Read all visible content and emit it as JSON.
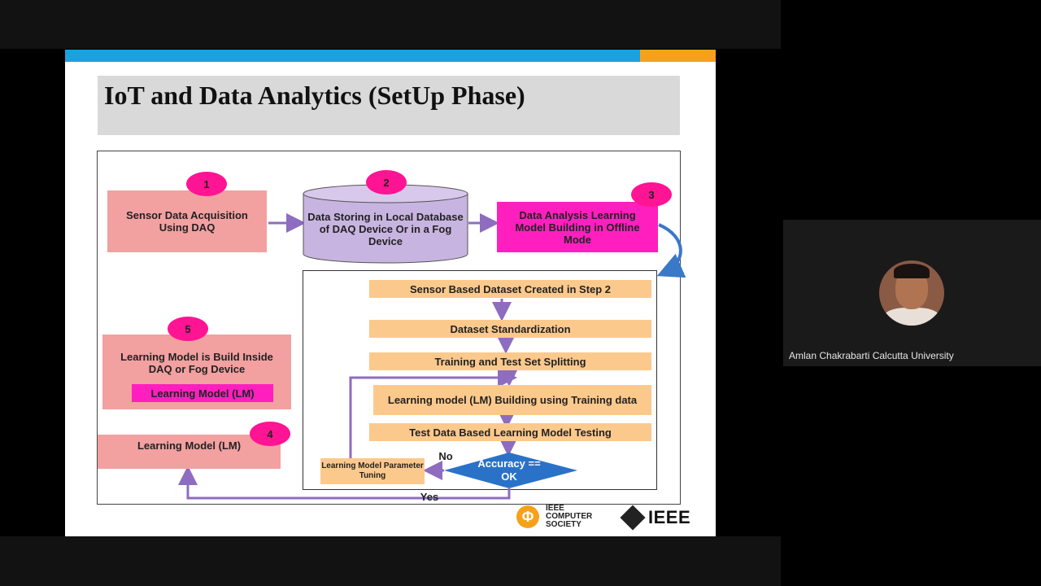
{
  "slide": {
    "title": "IoT and Data Analytics (SetUp Phase)",
    "steps": {
      "step1": {
        "badge": "1",
        "text": "Sensor Data Acquisition Using DAQ"
      },
      "step2": {
        "badge": "2",
        "text": "Data Storing in Local Database of DAQ Device Or in a Fog Device"
      },
      "step3": {
        "badge": "3",
        "text": "Data Analysis Learning Model Building  in Offline Mode"
      },
      "step4": {
        "badge": "4",
        "text": "Learning Model (LM)"
      },
      "step5": {
        "badge": "5",
        "text": "Learning Model is Build Inside DAQ  or  Fog Device",
        "sub_label": "Learning Model (LM)"
      }
    },
    "pipeline": [
      "Sensor Based Dataset Created in Step 2",
      "Dataset Standardization",
      "Training and Test Set Splitting",
      "Learning model (LM) Building using Training data",
      "Test Data Based Learning Model Testing"
    ],
    "decision": "Accuracy == OK",
    "tuning_box": "Learning Model Parameter Tuning",
    "label_no": "No",
    "label_yes": "Yes",
    "logos": {
      "cs_glyph": "Φ",
      "cs_text": "IEEE\nCOMPUTER\nSOCIETY",
      "ieee_text": "IEEE"
    }
  },
  "participant": {
    "name": "Amlan Chakrabarti Calcutta University"
  },
  "colors": {
    "pink": "#f2a0a0",
    "orange": "#fcc98c",
    "magenta": "#ff1fbe",
    "badge": "#ff1493",
    "arrow": "#8e6cc0",
    "cylinder": "#c8b4e0",
    "accent_blue": "#1ba1e2",
    "accent_orange": "#f7a11a"
  }
}
